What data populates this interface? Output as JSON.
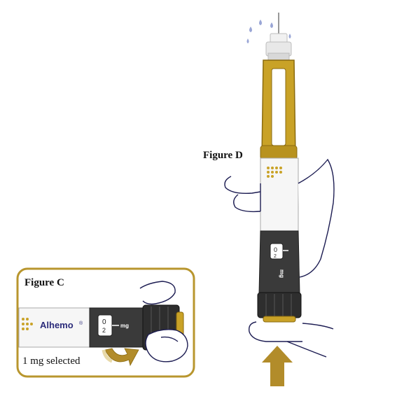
{
  "figure_d": {
    "label": "Figure D",
    "dose_window": "0\n2",
    "unit": "mg"
  },
  "figure_c": {
    "label": "Figure C",
    "brand": "Alhemo",
    "registered": "®",
    "dose_window": "0\n2",
    "unit": "mg",
    "caption": "1 mg selected"
  },
  "colors": {
    "gold": "#c9a227",
    "gold_dark": "#9c7a14",
    "pen_dark": "#3a3a3a",
    "frame_border": "#b8962e"
  },
  "icons": [
    "droplet-icon",
    "upward-arrow-icon",
    "dial-turn-arrow-icon",
    "hand-icon"
  ]
}
